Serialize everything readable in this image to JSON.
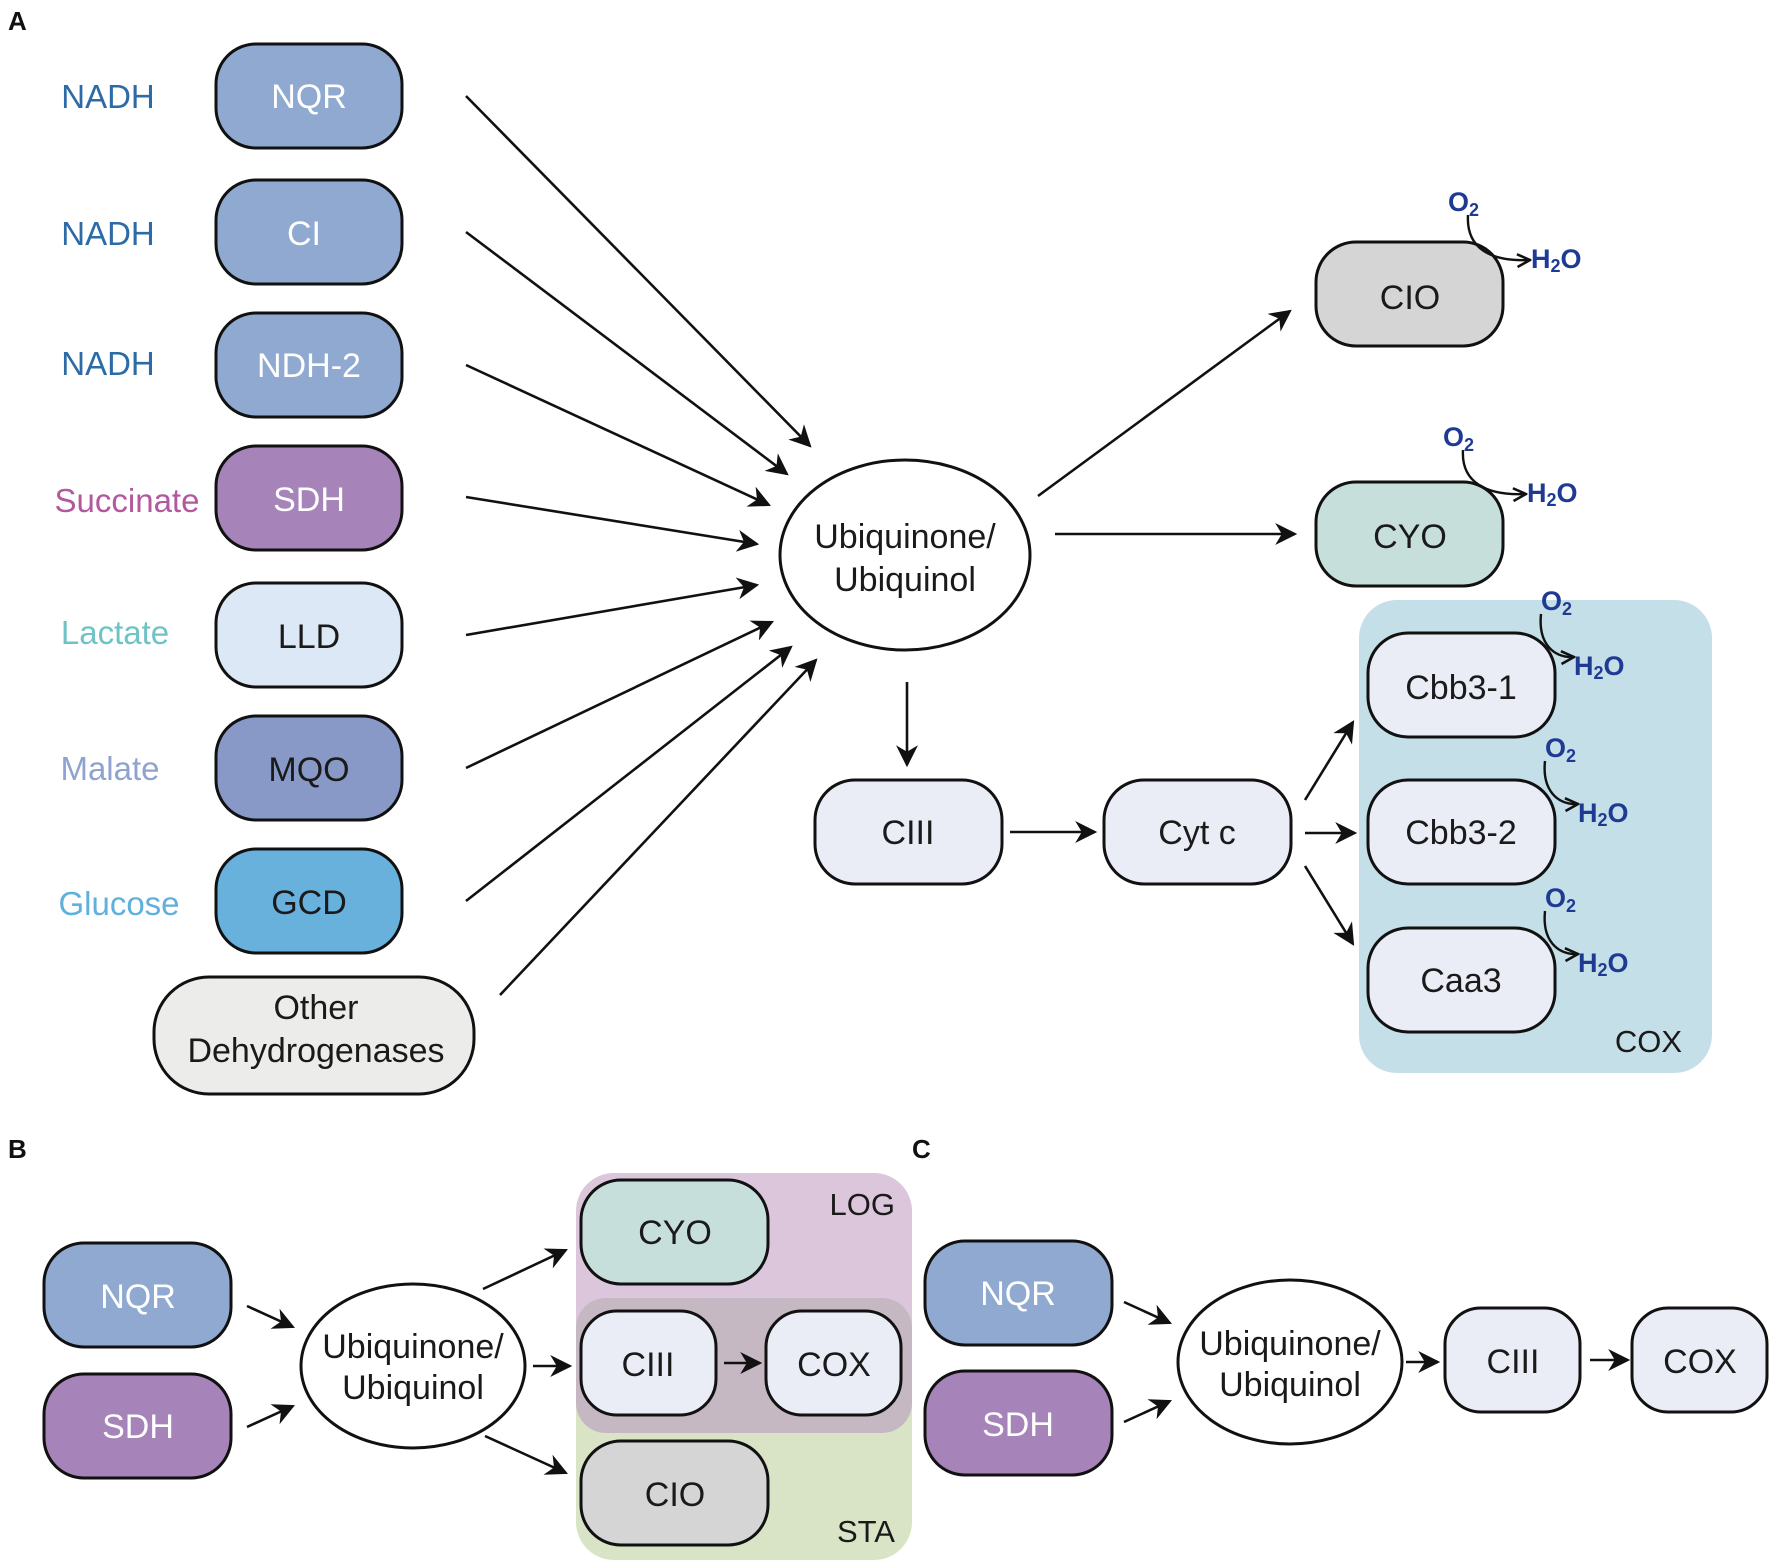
{
  "panels": {
    "a": "A",
    "b": "B",
    "c": "C"
  },
  "colors": {
    "nqr": "#8fa9d0",
    "ci": "#8fa9d0",
    "ndh2": "#8fa9d0",
    "sdh": "#a683b8",
    "lld": "#dce8f6",
    "mqo": "#8899c8",
    "gcd": "#67b1dc",
    "other": "#ececea",
    "cio": "#d5d5d5",
    "cyo": "#c6dfdb",
    "light": "#eaedf6",
    "cox_region": "#c4dfe7",
    "log_region": "#dbc6dc",
    "sta_region": "#d9e3c6",
    "overlap_region": "#c5b8c2",
    "nadh_text": "#2c6ba6",
    "succinate_text": "#b3579e",
    "lactate_text": "#6fc3c4",
    "malate_text": "#8ea3cf",
    "glucose_text": "#5fb0dc",
    "chem_text": "#1f3a93"
  },
  "panel_a": {
    "substrates": [
      "NADH",
      "NADH",
      "NADH",
      "Succinate",
      "Lactate",
      "Malate",
      "Glucose"
    ],
    "dehydrogenases": [
      "NQR",
      "CI",
      "NDH-2",
      "SDH",
      "LLD",
      "MQO",
      "GCD"
    ],
    "other": {
      "line1": "Other",
      "line2": "Dehydrogenases"
    },
    "quinone": {
      "line1": "Ubiquinone/",
      "line2": "Ubiquinol"
    },
    "oxidases": {
      "cio": "CIO",
      "cyo": "CYO"
    },
    "ciii": "CIII",
    "cytc": "Cyt c",
    "cox_members": [
      "Cbb3-1",
      "Cbb3-2",
      "Caa3"
    ],
    "cox_label": "COX",
    "o2": {
      "main": "O",
      "sub": "2"
    },
    "h2o": {
      "h": "H",
      "sub": "2",
      "o": "O"
    }
  },
  "panel_b": {
    "inputs": [
      "NQR",
      "SDH"
    ],
    "quinone": {
      "line1": "Ubiquinone/",
      "line2": "Ubiquinol"
    },
    "cyo": "CYO",
    "ciii": "CIII",
    "cox": "COX",
    "cio": "CIO",
    "log_label": "LOG",
    "sta_label": "STA"
  },
  "panel_c": {
    "inputs": [
      "NQR",
      "SDH"
    ],
    "quinone": {
      "line1": "Ubiquinone/",
      "line2": "Ubiquinol"
    },
    "ciii": "CIII",
    "cox": "COX"
  }
}
